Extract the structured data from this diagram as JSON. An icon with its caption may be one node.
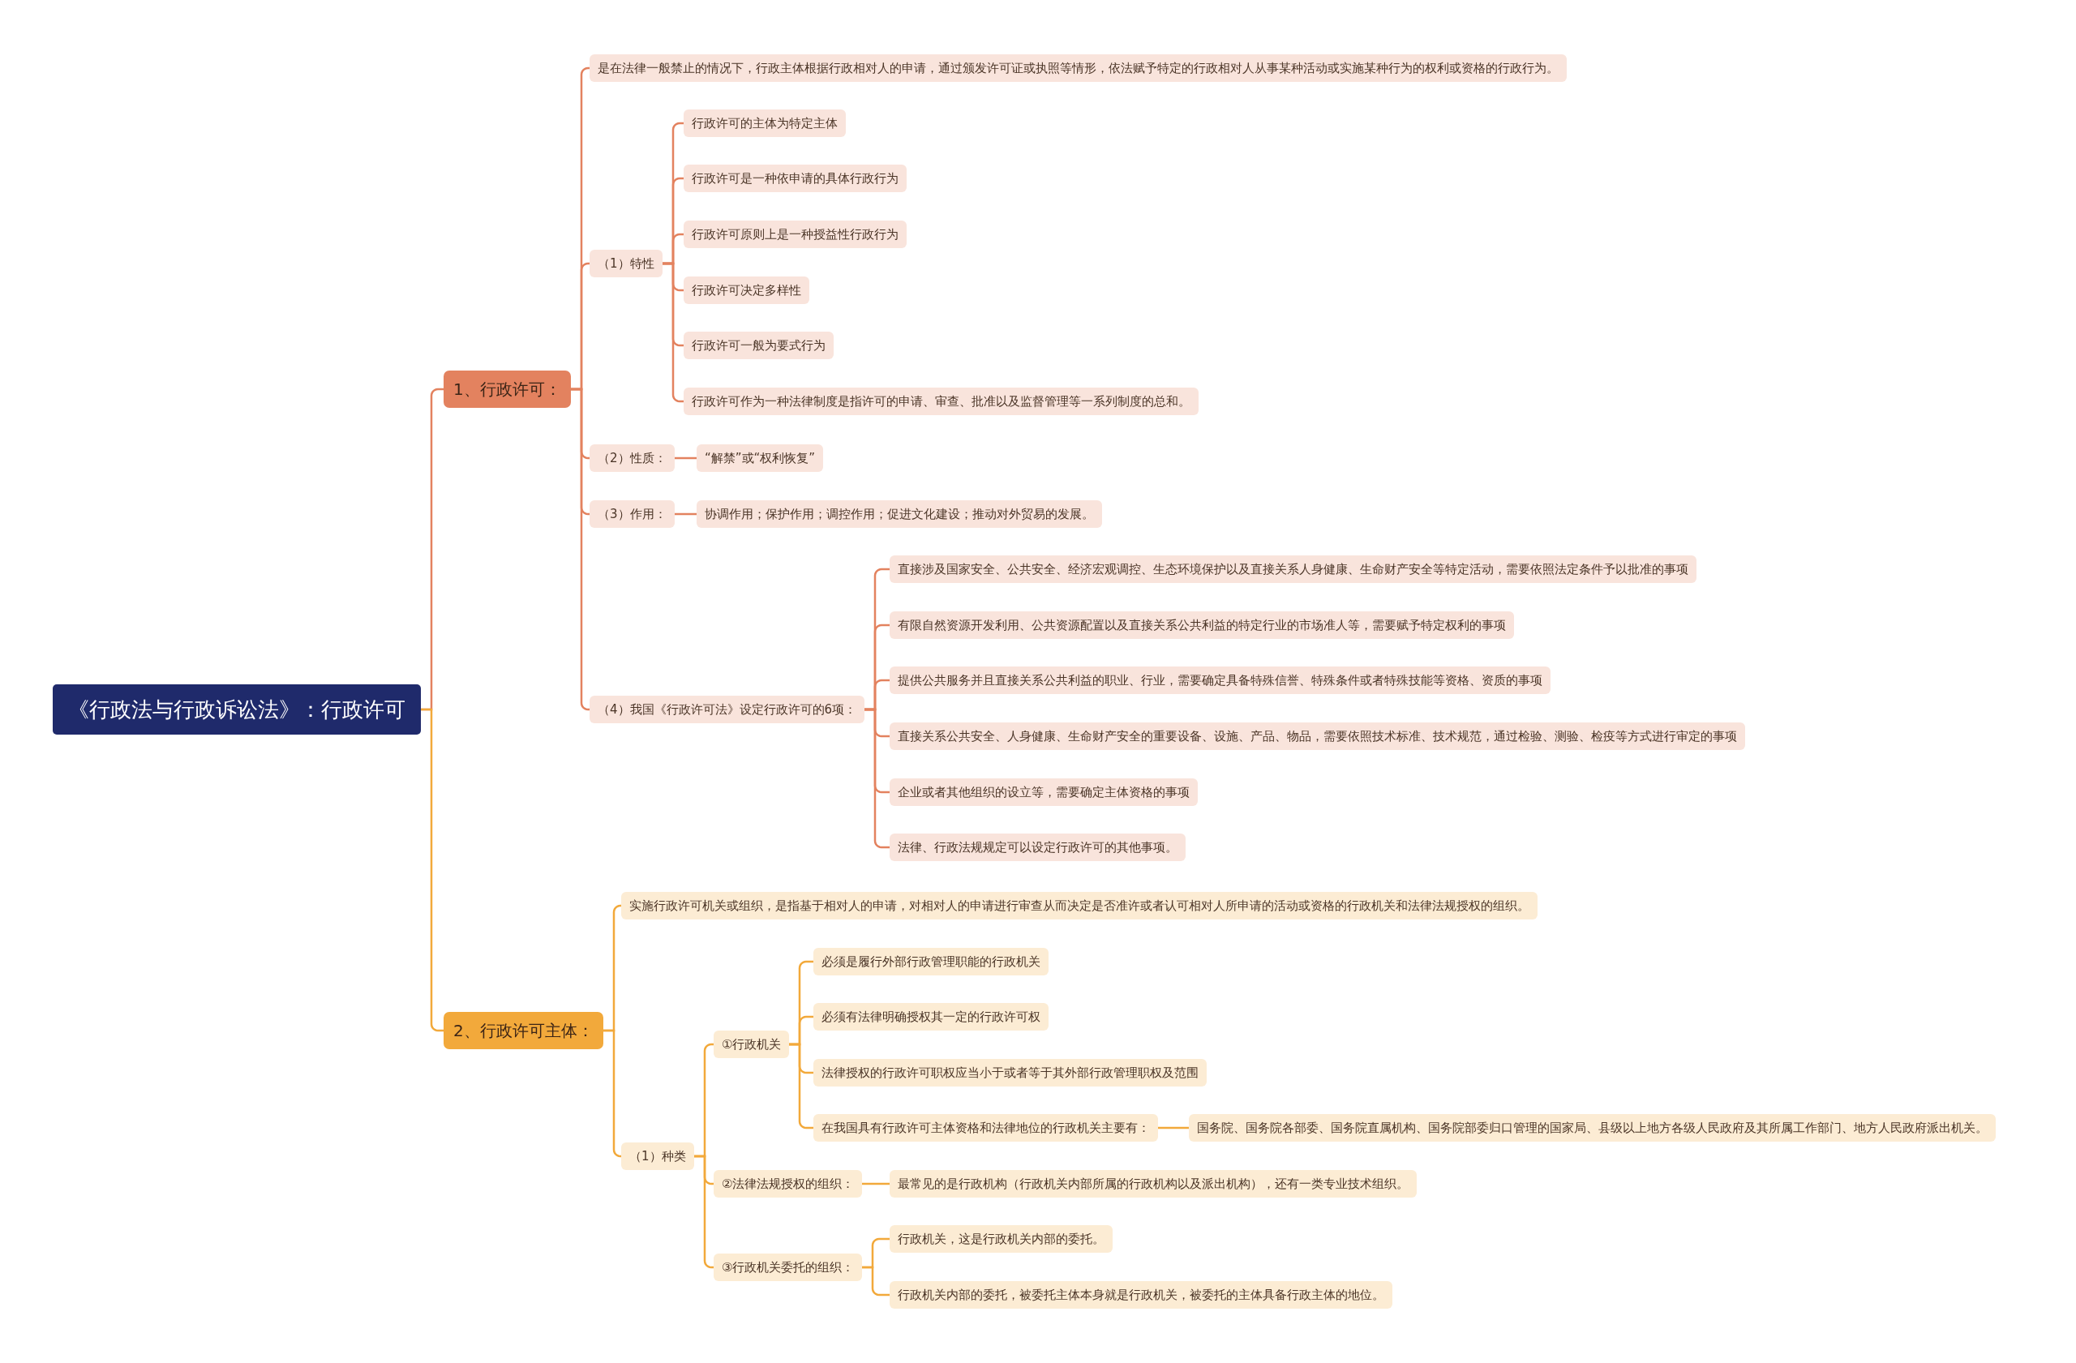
{
  "diagram": {
    "nodes": [
      {
        "text": [
          "《行政法与行政诉讼法》：行政许可"
        ]
      },
      {
        "text": [
          "1、行政许可："
        ]
      },
      {
        "text": [
          "是在法律一般禁止的情况下，行政主体根据行政相对人的申请，通过颁发许可证或执照等情形，依法赋予特定的行政相对人从事某种活动或实施某种行为的权利或资格的行政行为。"
        ]
      },
      {
        "text": [
          "（1）特性"
        ]
      },
      {
        "text": [
          "行政许可的主体为特定主体"
        ]
      },
      {
        "text": [
          "行政许可是一种依申请的具体行政行为"
        ]
      },
      {
        "text": [
          "行政许可原则上是一种授益性行政行为"
        ]
      },
      {
        "text": [
          "行政许可决定多样性"
        ]
      },
      {
        "text": [
          "行政许可一般为要式行为"
        ]
      },
      {
        "text": [
          "行政许可作为一种法律制度是指许可的申请、审查、批准以及监督管理等一系列制度的总和。"
        ]
      },
      {
        "text": [
          "（2）性质："
        ]
      },
      {
        "text": [
          "“解禁”或“权利恢复”"
        ]
      },
      {
        "text": [
          "（3）作用："
        ]
      },
      {
        "text": [
          "协调作用；保护作用；调控作用；促进文化建设；推动对外贸易的发展。"
        ]
      },
      {
        "text": [
          "（4）我国《行政许可法》设定行政许可的6项："
        ]
      },
      {
        "text": [
          "直接涉及国家安全、公共安全、经济宏观调控、生态环境保护以及直接关系人身健康、生命财产安全等特定活动，需要依照法定条件予以批准的事项"
        ]
      },
      {
        "text": [
          "有限自然资源开发利用、公共资源配置以及直接关系公共利益的特定行业的市场准人等，需要赋予特定权利的事项"
        ]
      },
      {
        "text": [
          "提供公共服务并且直接关系公共利益的职业、行业，需要确定具备特殊信誉、特殊条件或者特殊技能等资格、资质的事项"
        ]
      },
      {
        "text": [
          "直接关系公共安全、人身健康、生命财产安全的重要设备、设施、产品、物品，需要依照技术标准、技术规范，通过检验、测验、检疫等方式进行审定的事项"
        ]
      },
      {
        "text": [
          "企业或者其他组织的设立等，需要确定主体资格的事项"
        ]
      },
      {
        "text": [
          "法律、行政法规规定可以设定行政许可的其他事项。"
        ]
      },
      {
        "text": [
          "2、行政许可主体："
        ]
      },
      {
        "text": [
          "实施行政许可机关或组织，是指基于相对人的申请，对相对人的申请进行审查从而决定是否准许或者认可相对人所申请的活动或资格的行政机关和法律法规授权的组织。"
        ]
      },
      {
        "text": [
          "（1）种类"
        ]
      },
      {
        "text": [
          "①行政机关"
        ]
      },
      {
        "text": [
          "必须是履行外部行政管理职能的行政机关"
        ]
      },
      {
        "text": [
          "必须有法律明确授权其一定的行政许可权"
        ]
      },
      {
        "text": [
          "法律授权的行政许可职权应当小于或者等于其外部行政管理职权及范围"
        ]
      },
      {
        "text": [
          "在我国具有行政许可主体资格和法律地位的行政机关主要有："
        ]
      },
      {
        "text": [
          "国务院、国务院各部委、国务院直属机构、国务院部委归口管理的国家局、县级以上地方各级人民政府及其所属工作部门、地方人民政府派出机关。"
        ]
      },
      {
        "text": [
          "②法律法规授权的组织："
        ]
      },
      {
        "text": [
          "最常见的是行政机构（行政机关内部所属的行政机构以及派出机构），还有一类专业技术组织。"
        ]
      },
      {
        "text": [
          "③行政机关委托的组织："
        ]
      },
      {
        "text": [
          "行政机关，这是行政机关内部的委托。"
        ]
      },
      {
        "text": [
          "行政机关内部的委托，被委托主体本身就是行政机关，被委托的主体具备行政主体的地位。"
        ]
      }
    ],
    "edges": [
      {
        "from": 0,
        "to": 1,
        "arrow": "none"
      },
      {
        "from": 1,
        "to": 2,
        "arrow": "none"
      },
      {
        "from": 1,
        "to": 3,
        "arrow": "none"
      },
      {
        "from": 3,
        "to": 4,
        "arrow": "none"
      },
      {
        "from": 3,
        "to": 5,
        "arrow": "none"
      },
      {
        "from": 3,
        "to": 6,
        "arrow": "none"
      },
      {
        "from": 3,
        "to": 7,
        "arrow": "none"
      },
      {
        "from": 3,
        "to": 8,
        "arrow": "none"
      },
      {
        "from": 3,
        "to": 9,
        "arrow": "none"
      },
      {
        "from": 1,
        "to": 10,
        "arrow": "none"
      },
      {
        "from": 10,
        "to": 11,
        "arrow": "none"
      },
      {
        "from": 1,
        "to": 12,
        "arrow": "none"
      },
      {
        "from": 12,
        "to": 13,
        "arrow": "none"
      },
      {
        "from": 1,
        "to": 14,
        "arrow": "none"
      },
      {
        "from": 14,
        "to": 15,
        "arrow": "none"
      },
      {
        "from": 14,
        "to": 16,
        "arrow": "none"
      },
      {
        "from": 14,
        "to": 17,
        "arrow": "none"
      },
      {
        "from": 14,
        "to": 18,
        "arrow": "none"
      },
      {
        "from": 14,
        "to": 19,
        "arrow": "none"
      },
      {
        "from": 14,
        "to": 20,
        "arrow": "none"
      },
      {
        "from": 0,
        "to": 21,
        "arrow": "none",
        "color": "#f2a93b"
      },
      {
        "from": 21,
        "to": 22,
        "arrow": "none",
        "color": "#f2a93b"
      },
      {
        "from": 21,
        "to": 23,
        "arrow": "none",
        "color": "#f2a93b"
      },
      {
        "from": 23,
        "to": 24,
        "arrow": "none",
        "color": "#f2a93b"
      },
      {
        "from": 24,
        "to": 25,
        "arrow": "none",
        "color": "#f2a93b"
      },
      {
        "from": 24,
        "to": 26,
        "arrow": "none",
        "color": "#f2a93b"
      },
      {
        "from": 24,
        "to": 27,
        "arrow": "none",
        "color": "#f2a93b"
      },
      {
        "from": 24,
        "to": 28,
        "arrow": "none",
        "color": "#f2a93b"
      },
      {
        "from": 28,
        "to": 29,
        "arrow": "none",
        "color": "#f2a93b"
      },
      {
        "from": 23,
        "to": 30,
        "arrow": "none",
        "color": "#f2a93b"
      },
      {
        "from": 30,
        "to": 31,
        "arrow": "none",
        "color": "#f2a93b"
      },
      {
        "from": 23,
        "to": 32,
        "arrow": "none",
        "color": "#f2a93b"
      },
      {
        "from": 32,
        "to": 33,
        "arrow": "none",
        "color": "#f2a93b"
      },
      {
        "from": 32,
        "to": 34,
        "arrow": "none",
        "color": "#f2a93b"
      }
    ]
  }
}
